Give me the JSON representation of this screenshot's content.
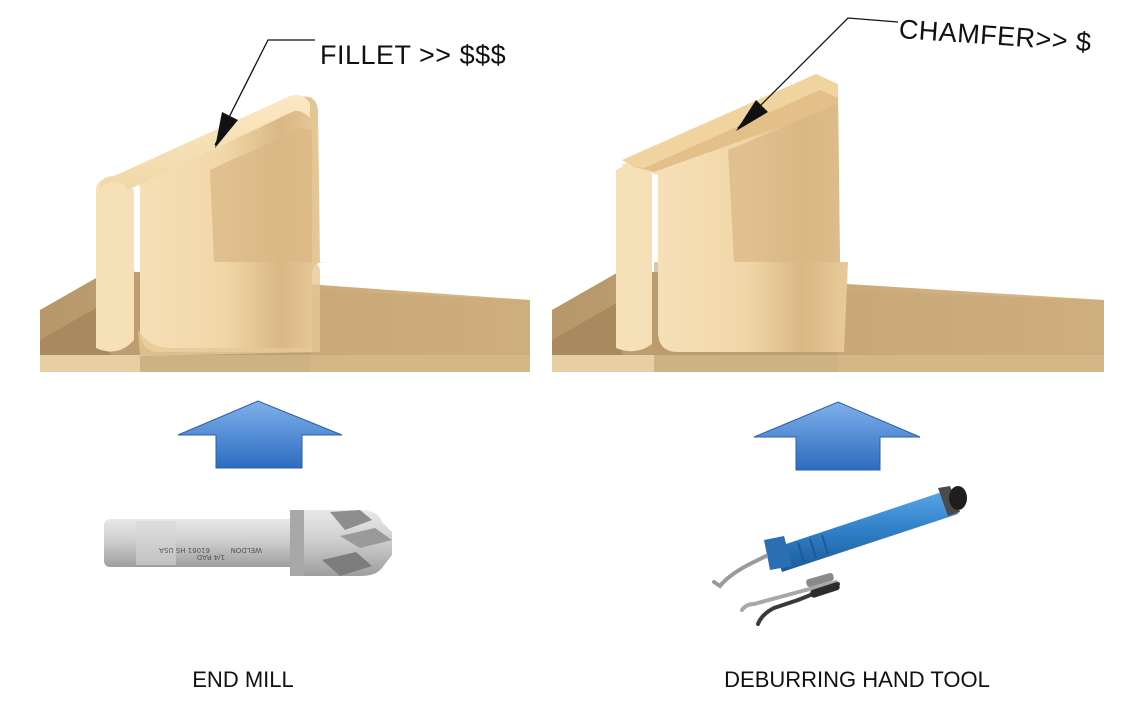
{
  "left": {
    "callout": "FILLET >> $$$",
    "tool_label": "END MILL",
    "tool_icon": "end-mill-icon",
    "engraving": [
      "WELDON",
      "1/4 RAD",
      "61061 HS USA"
    ]
  },
  "right": {
    "callout": "CHAMFER>> $",
    "tool_label": "DEBURRING HAND TOOL",
    "tool_icon": "deburring-tool-icon"
  },
  "colors": {
    "part_light": "#f4ddb2",
    "part_mid": "#e2c08e",
    "part_shadow": "#b99a6e",
    "arrow_blue": "#4a86d6",
    "tool_blue": "#2f7fc8",
    "steel": "#c9c9c9"
  },
  "arrow_icon": "up-arrow-icon"
}
